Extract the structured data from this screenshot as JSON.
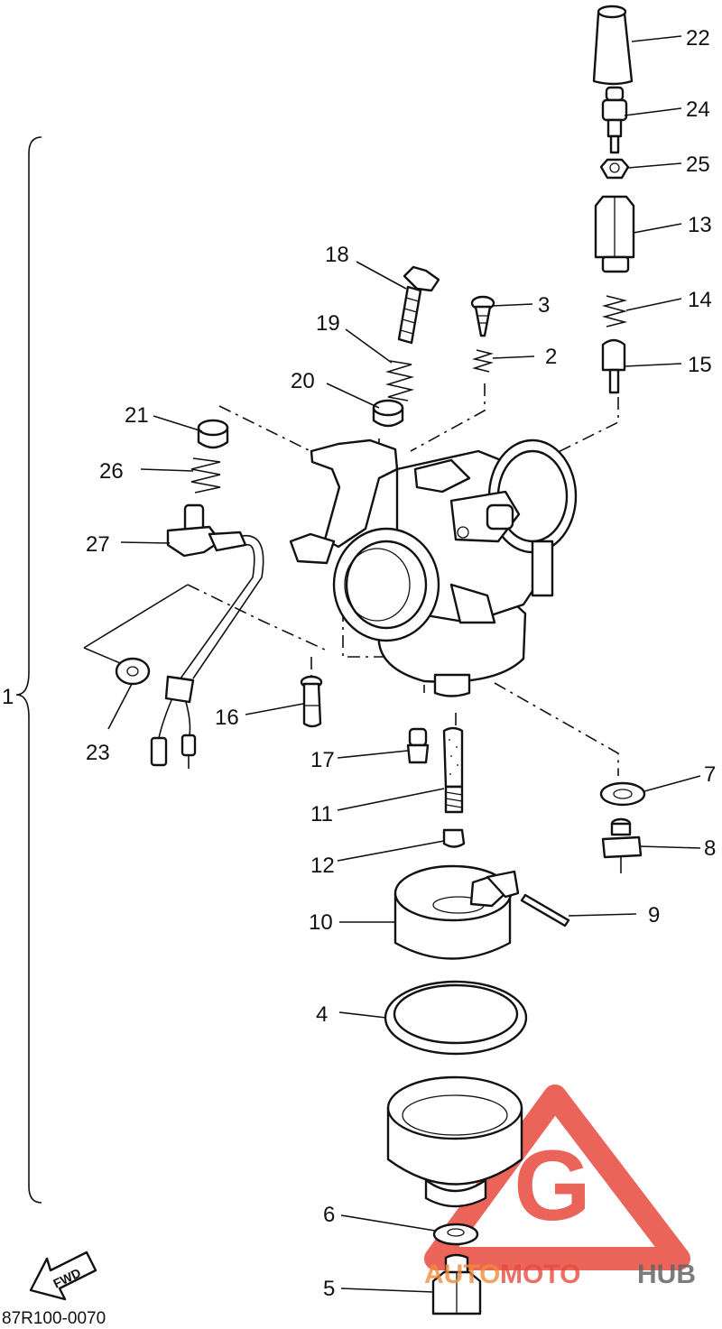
{
  "diagram": {
    "drawing_code": "87R100-0070",
    "assembly_callout": "1",
    "fwd_arrow_label": "FWD",
    "watermark": {
      "logo_letter": "G",
      "brand_part1": "AUTO",
      "brand_part2": "MOTO",
      "brand_part3": "HUB"
    },
    "colors": {
      "line": "#111111",
      "watermark_red": "#e84a3e",
      "watermark_orange": "#f28c38",
      "watermark_gray": "#666666"
    },
    "callouts": [
      {
        "id": "22",
        "label": "22"
      },
      {
        "id": "24",
        "label": "24"
      },
      {
        "id": "25",
        "label": "25"
      },
      {
        "id": "13",
        "label": "13"
      },
      {
        "id": "14",
        "label": "14"
      },
      {
        "id": "15",
        "label": "15"
      },
      {
        "id": "18",
        "label": "18"
      },
      {
        "id": "3",
        "label": "3"
      },
      {
        "id": "19",
        "label": "19"
      },
      {
        "id": "2",
        "label": "2"
      },
      {
        "id": "20",
        "label": "20"
      },
      {
        "id": "21",
        "label": "21"
      },
      {
        "id": "26",
        "label": "26"
      },
      {
        "id": "27",
        "label": "27"
      },
      {
        "id": "23",
        "label": "23"
      },
      {
        "id": "16",
        "label": "16"
      },
      {
        "id": "17",
        "label": "17"
      },
      {
        "id": "11",
        "label": "11"
      },
      {
        "id": "12",
        "label": "12"
      },
      {
        "id": "7",
        "label": "7"
      },
      {
        "id": "8",
        "label": "8"
      },
      {
        "id": "10",
        "label": "10"
      },
      {
        "id": "9",
        "label": "9"
      },
      {
        "id": "4",
        "label": "4"
      },
      {
        "id": "6",
        "label": "6"
      },
      {
        "id": "5",
        "label": "5"
      }
    ]
  }
}
